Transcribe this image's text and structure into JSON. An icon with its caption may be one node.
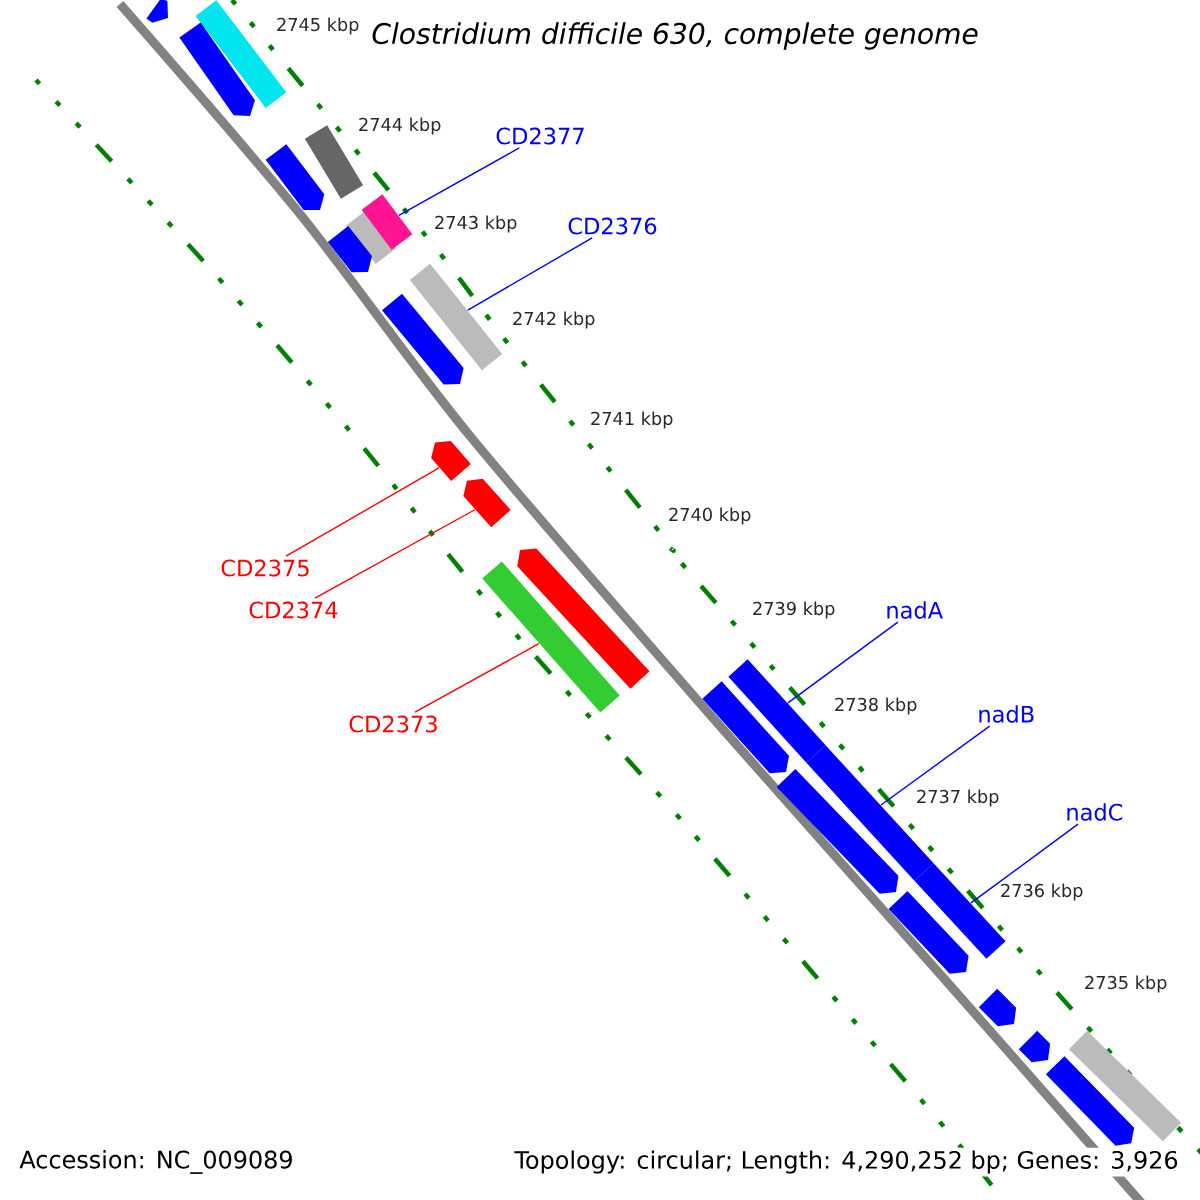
{
  "diagram": {
    "title": "Clostridium difficile 630, complete genome",
    "nodes": [
      {
        "text": [
          "CD2377"
        ]
      },
      {
        "text": [],
        "shape": "bar"
      },
      {
        "text": [
          "CD2376"
        ]
      },
      {
        "text": [],
        "shape": "bar"
      },
      {
        "text": [
          "CD2375"
        ]
      },
      {
        "text": [],
        "shape": "arrow"
      },
      {
        "text": [
          "CD2374"
        ]
      },
      {
        "text": [],
        "shape": "arrow"
      },
      {
        "text": [
          "CD2373"
        ]
      },
      {
        "text": [],
        "shape": "bar"
      },
      {
        "text": [
          "nadA"
        ]
      },
      {
        "text": [],
        "shape": "bar"
      },
      {
        "text": [
          "nadB"
        ]
      },
      {
        "text": [],
        "shape": "bar"
      },
      {
        "text": [
          "nadC"
        ]
      },
      {
        "text": [],
        "shape": "bar"
      },
      {
        "text": [],
        "shape": "arrow"
      }
    ],
    "edges": [
      {
        "from": 0,
        "to": 1,
        "arrow": "none"
      },
      {
        "from": 2,
        "to": 3,
        "arrow": "none"
      },
      {
        "from": 4,
        "to": 5,
        "arrow": "none",
        "color": "#ff0000"
      },
      {
        "from": 6,
        "to": 7,
        "arrow": "none",
        "color": "#ff0000"
      },
      {
        "from": 8,
        "to": 9,
        "arrow": "none",
        "color": "#ff0000"
      },
      {
        "from": 10,
        "to": 11,
        "arrow": "none"
      },
      {
        "from": 12,
        "to": 13,
        "arrow": "none"
      },
      {
        "from": 14,
        "to": 15,
        "arrow": "none"
      }
    ],
    "labels": [
      "2745 kbp",
      "2744 kbp",
      "2743 kbp",
      "2742 kbp",
      "2741 kbp",
      "2740 kbp",
      "2739 kbp",
      "2738 kbp",
      "2737 kbp",
      "2736 kbp",
      "2735 kbp",
      "Accession: NC_009089",
      "Topology: circular; Length: 4,290,252 bp; Genes: 3,926"
    ]
  }
}
